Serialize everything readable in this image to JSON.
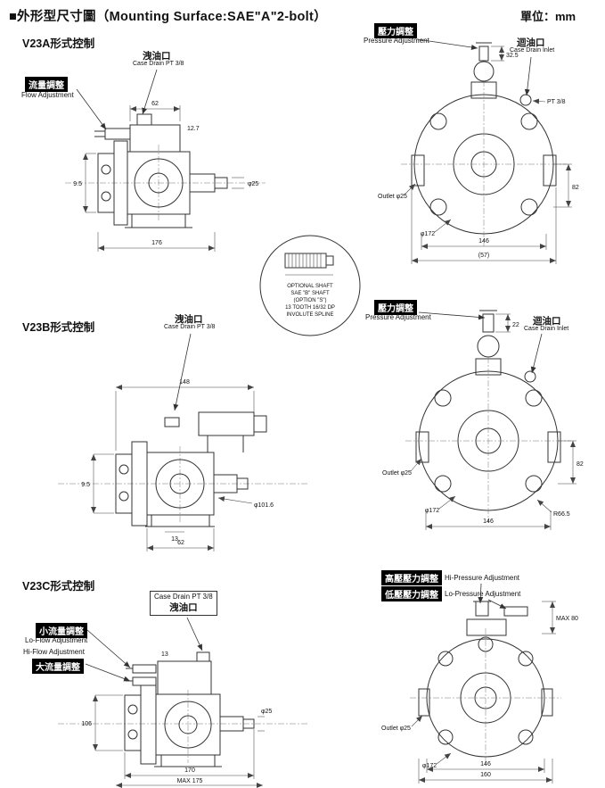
{
  "header": {
    "title": "■外形型尺寸圖（Mounting Surface:SAE\"A\"2-bolt）",
    "unit": "單位：mm"
  },
  "sections": {
    "a": {
      "label": "V23A形式控制",
      "flow_zh": "流量調整",
      "flow_en": "Flow Adjustment",
      "drain_zh": "洩油口",
      "drain_en": "Case Drain PT 3/8",
      "press_zh": "壓力調整",
      "press_en": "Pressure Adjustment",
      "return_zh": "迴油口",
      "return_en": "Case Drain Inlet"
    },
    "b": {
      "label": "V23B形式控制",
      "drain_zh": "洩油口",
      "drain_en": "Case Drain PT 3/8",
      "press_zh": "壓力調整",
      "press_en": "Pressure Adjustment",
      "return_zh": "迴油口",
      "return_en": "Case Drain Inlet"
    },
    "c": {
      "label": "V23C形式控制",
      "drain_zh": "洩油口",
      "drain_en": "Case Drain PT 3/8",
      "loflow_zh": "小流量調整",
      "loflow_en": "Lo-Flow Adjustment",
      "hiflow_zh": "大流量調整",
      "hiflow_en": "Hi-Flow Adjustment",
      "hip_zh": "高壓壓力調整",
      "hip_en": "Hi-Pressure Adjustment",
      "lop_zh": "低壓壓力調整",
      "lop_en": "Lo-Pressure Adjustment"
    }
  },
  "detail": {
    "lines": [
      "OPTIONAL SHAFT",
      "SAE \"B\" SHAFT",
      "(OPTION \"S\")",
      "13 TOOTH 16/32 DP",
      "INVOLUTE SPLINE"
    ]
  },
  "dims": {
    "a_left": [
      "62",
      "176",
      "φ25",
      "9.5",
      "12.7"
    ],
    "a_right": [
      "32.5",
      "82",
      "146",
      "(57)",
      "φ172",
      "Outlet φ25",
      "PT 3/8"
    ],
    "b_left": [
      "148",
      "φ101.6",
      "9.5",
      "13",
      "62"
    ],
    "b_right": [
      "22",
      "Outlet φ25",
      "φ172",
      "R66.5",
      "146",
      "82"
    ],
    "c_left": [
      "170",
      "MAX 175",
      "106",
      "φ25",
      "13"
    ],
    "c_right": [
      "MAX 80",
      "Outlet φ25",
      "φ172",
      "146",
      "160"
    ]
  }
}
